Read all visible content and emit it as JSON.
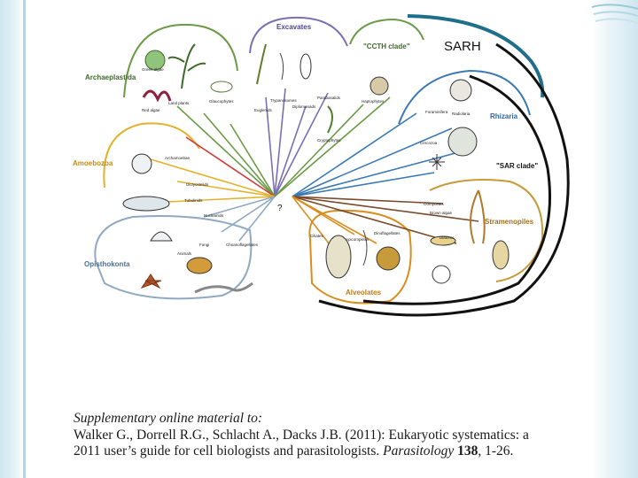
{
  "slide": {
    "sarh_label": "SARH",
    "root_label": "?",
    "accent_color": "#1f6f8b"
  },
  "groups": {
    "excavates": "Excavates",
    "cctH": "\"CCTH clade\"",
    "archaeplastida": "Archaeplastida",
    "rhizaria": "Rhizaria",
    "sar": "\"SAR clade\"",
    "amoebozoa": "Amoebozoa",
    "stramenopiles": "Stramenopiles",
    "opisthokonta": "Opisthokonta",
    "alveolates": "Alveolates"
  },
  "taxa": {
    "euglenids": "Euglenids",
    "trypanosomes": "Trypanosomes",
    "diplomonads": "Diplomonads",
    "parabasalids": "Parabasalids",
    "haptophytes": "Haptophytes",
    "cryptophytes": "Cryptophytes",
    "land_plants": "Land plants",
    "green_algae": "Green algae",
    "red_algae": "Red algae",
    "glaucophytes": "Glaucophytes",
    "cercozoa": "Cercozoa",
    "foraminifera": "Foraminifera",
    "radiolaria": "Radiolaria",
    "archamoebae": "Archamoebae",
    "dictyostelids": "Dictyostelids",
    "tubulinids": "Tubulinids",
    "nucleariids": "Nucleariids",
    "fungi": "Fungi",
    "choanoflagellates": "Choanoflagellates",
    "animals": "Animals",
    "diatoms": "Diatoms",
    "brown_algae": "Brown algae",
    "oomycetes": "Oomycetes",
    "ciliates": "Ciliates",
    "apicomplexa": "Apicomplexa",
    "dinoflagellates": "Dinoflagellates"
  },
  "caption": {
    "line1": "Supplementary online material to:",
    "line2": "Walker G., Dorrell R.G., Schlacht A., Dacks J.B. (2011): Eukaryotic systematics: a",
    "line3_pre": "2011 user’s guide for cell biologists and parasitologists. ",
    "line3_journal": "Parasitology",
    "line3_vol": " 138",
    "line3_pages": ", 1-26."
  }
}
